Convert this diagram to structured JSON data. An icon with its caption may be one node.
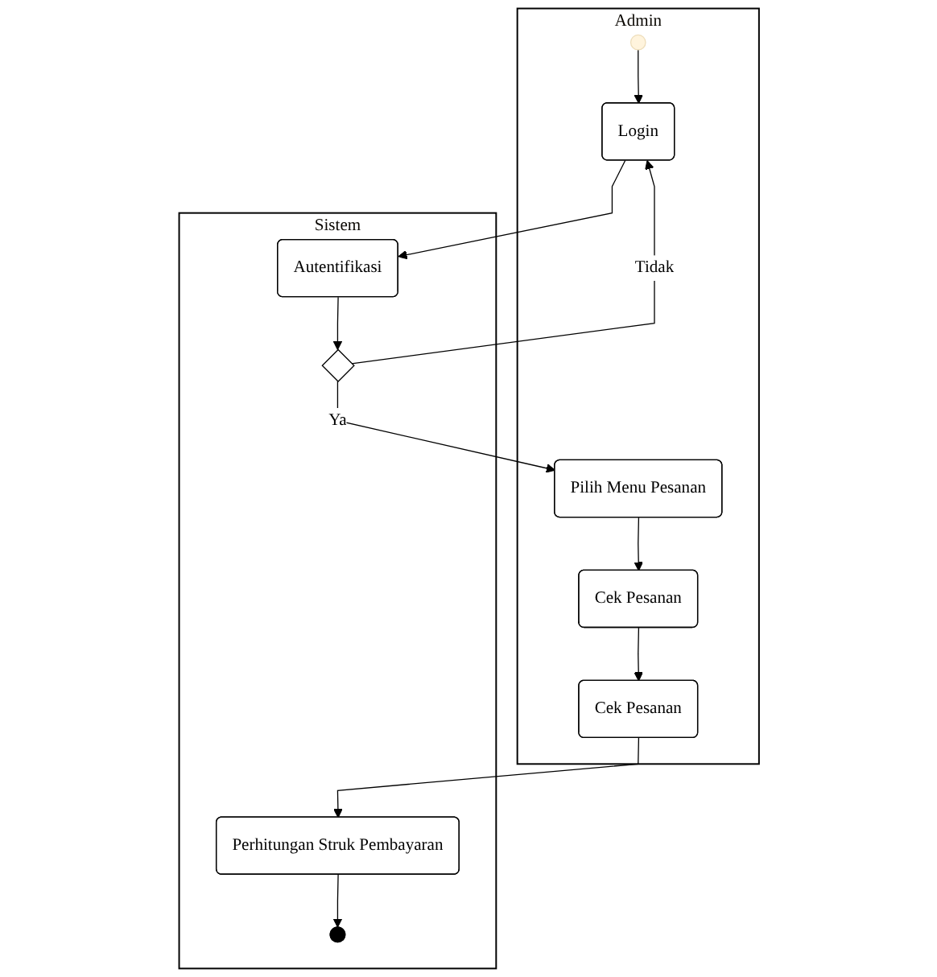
{
  "diagram": {
    "nodes": [
      {
        "text": [
          "Admin"
        ]
      },
      {
        "text": [
          "Sistem"
        ]
      },
      {
        "text": [],
        "shape": "circle",
        "in": 0
      },
      {
        "text": [
          "Login"
        ],
        "in": 0
      },
      {
        "text": [
          "Autentifikasi"
        ],
        "in": 1
      },
      {
        "text": [],
        "shape": "diamond",
        "in": 1
      },
      {
        "text": [
          "Pilih Menu Pesanan"
        ],
        "in": 0
      },
      {
        "text": [
          "Cek Pesanan"
        ],
        "in": 0
      },
      {
        "text": [
          "Cek Pesanan"
        ],
        "in": 0
      },
      {
        "text": [
          "Perhitungan Struk Pembayaran"
        ],
        "in": 1
      },
      {
        "text": [],
        "shape": "bullseye",
        "in": 1
      }
    ],
    "edges": [
      {
        "from": 2,
        "to": 3,
        "arrow": "to"
      },
      {
        "from": 3,
        "to": 4,
        "arrow": "to"
      },
      {
        "from": 4,
        "to": 5,
        "arrow": "to"
      },
      {
        "from": 5,
        "to": 3,
        "arrow": "to",
        "label": "Tidak"
      },
      {
        "from": 5,
        "to": 6,
        "arrow": "to",
        "label": "Ya"
      },
      {
        "from": 6,
        "to": 7,
        "arrow": "to"
      },
      {
        "from": 7,
        "to": 8,
        "arrow": "to"
      },
      {
        "from": 8,
        "to": 9,
        "arrow": "to"
      },
      {
        "from": 9,
        "to": 10,
        "arrow": "to"
      }
    ]
  }
}
